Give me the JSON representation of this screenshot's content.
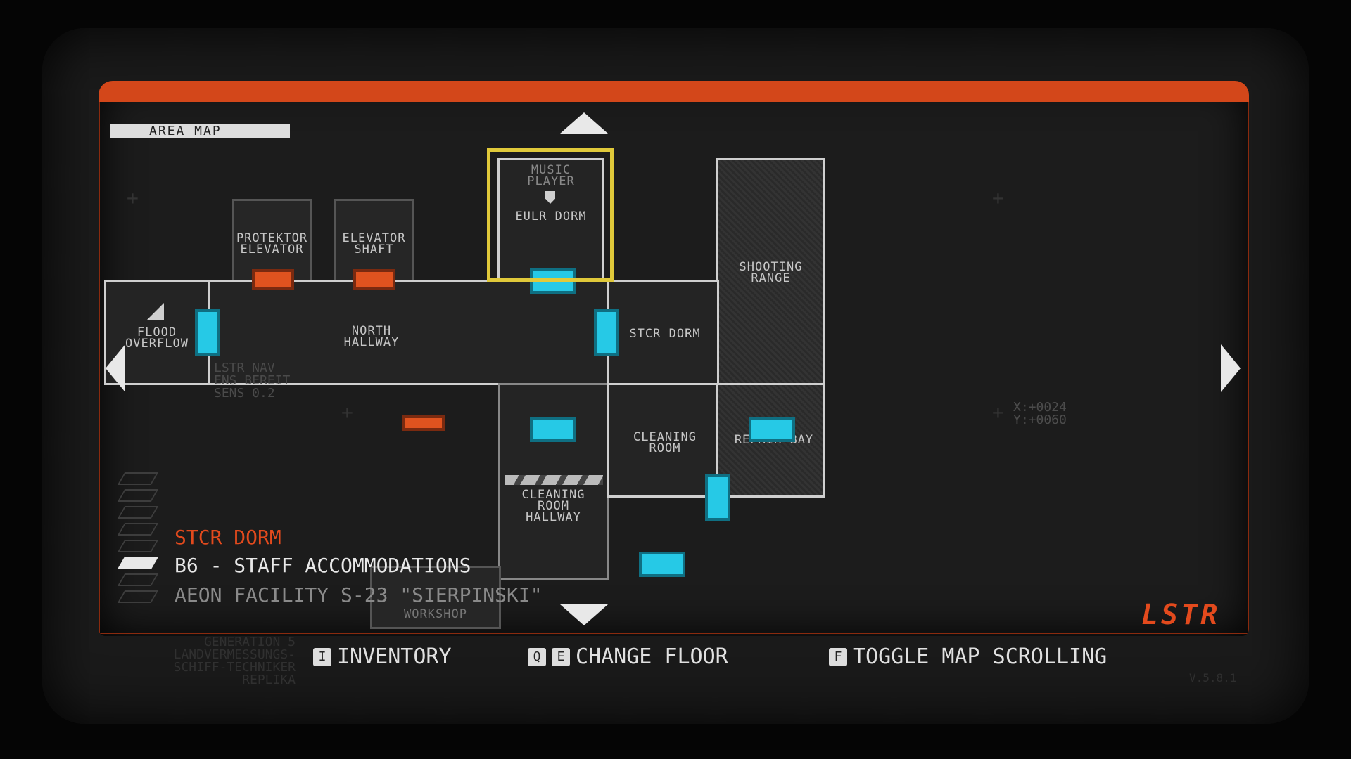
{
  "header": {
    "area_map_label": "AREA MAP"
  },
  "rooms": {
    "music_player": "MUSIC\nPLAYER",
    "eula_dorm": "EULR DORM",
    "protektor_elevator": "PROTEKTOR\nELEVATOR",
    "elevator_shaft": "ELEVATOR\nSHAFT",
    "shooting_range": "SHOOTING\nRANGE",
    "flood_overflow": "FLOOD\nOVERFLOW",
    "north_hallway": "NORTH\nHALLWAY",
    "stcr_dorm": "STCR DORM",
    "cleaning_room": "CLEANING\nROOM",
    "repair_bay": "REPAIR BAY",
    "cleaning_room_hallway": "CLEANING\nROOM\nHALLWAY",
    "workshop": "WORKSHOP"
  },
  "nav_overlay": "LSTR NAV\nENS BEREIT\nSENS 0.2",
  "coords": "X:+0024\nY:+0060",
  "info": {
    "current_room": "STCR DORM",
    "floor": "B6 - STAFF ACCOMMODATIONS",
    "facility": "AEON FACILITY S-23 \"SIERPINSKI\""
  },
  "unit_text": "GENERATION 5\nLANDVERMESSUNGS-\nSCHIFF-TECHNIKER\nREPLIKA",
  "controls": {
    "inventory_key": "I",
    "inventory_label": "INVENTORY",
    "floor_key_1": "Q",
    "floor_key_2": "E",
    "change_floor_label": "CHANGE FLOOR",
    "scroll_key": "F",
    "toggle_scroll_label": "TOGGLE MAP SCROLLING"
  },
  "brand": {
    "logo": "LSTR",
    "version": "V.5.8.1"
  },
  "colors": {
    "accent": "#e34a1d",
    "door_closed": "#26c9e6",
    "door_open": "#e0531f",
    "highlight": "#e0c93a"
  },
  "icons": {
    "music_player": "speaker-icon",
    "flood": "flood-icon"
  }
}
